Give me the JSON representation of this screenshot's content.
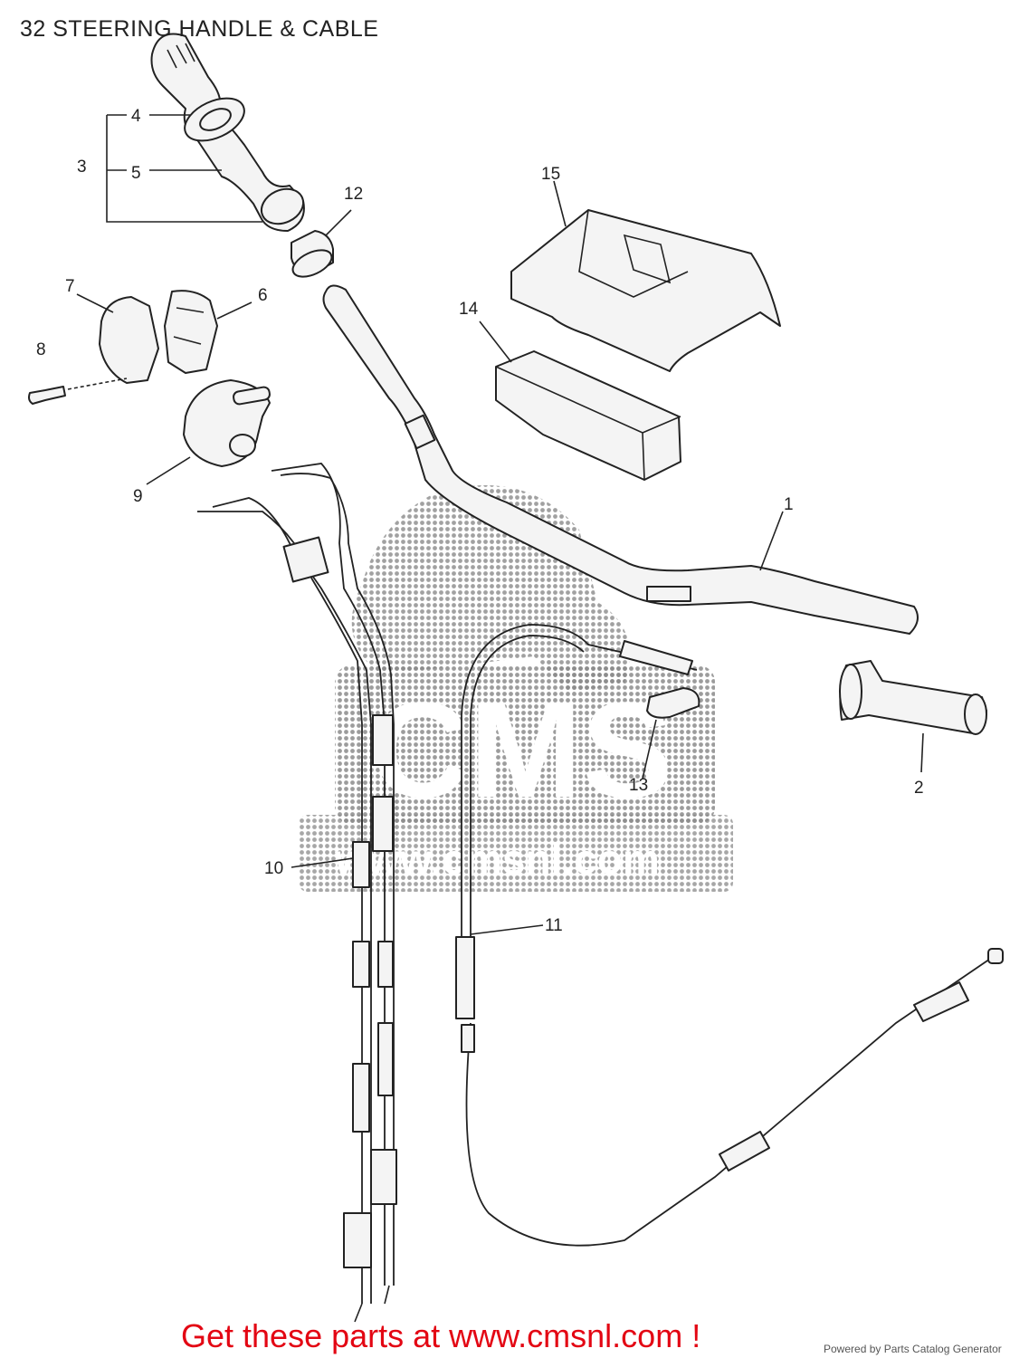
{
  "title": "32 STEERING HANDLE & CABLE",
  "parts": [
    {
      "number": "1"
    },
    {
      "number": "2"
    },
    {
      "number": "3"
    },
    {
      "number": "4"
    },
    {
      "number": "5"
    },
    {
      "number": "6"
    },
    {
      "number": "7"
    },
    {
      "number": "8"
    },
    {
      "number": "9"
    },
    {
      "number": "10"
    },
    {
      "number": "11"
    },
    {
      "number": "12"
    },
    {
      "number": "13"
    },
    {
      "number": "14"
    },
    {
      "number": "15"
    }
  ],
  "watermark": {
    "text": "CMS",
    "website": "www.cmsnl.com"
  },
  "footer": {
    "cta": "Get these parts at www.cmsnl.com !",
    "credit": "Powered by Parts Catalog Generator",
    "cta_color": "#e30613"
  }
}
